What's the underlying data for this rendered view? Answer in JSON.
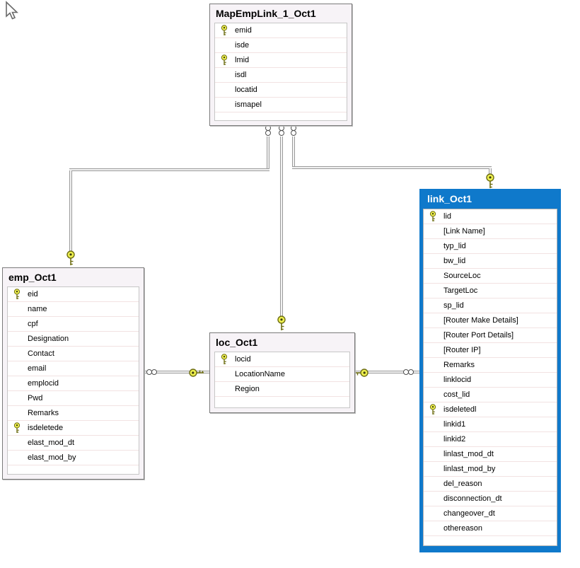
{
  "diagram": {
    "tables": [
      {
        "name": "MapEmpLink_1_Oct1",
        "selected": false,
        "columns": [
          {
            "name": "emid",
            "key": true
          },
          {
            "name": "isde",
            "key": false
          },
          {
            "name": "lmid",
            "key": true
          },
          {
            "name": "isdl",
            "key": false
          },
          {
            "name": "locatid",
            "key": false
          },
          {
            "name": "ismapel",
            "key": false
          }
        ]
      },
      {
        "name": "emp_Oct1",
        "selected": false,
        "columns": [
          {
            "name": "eid",
            "key": true
          },
          {
            "name": "name",
            "key": false
          },
          {
            "name": "cpf",
            "key": false
          },
          {
            "name": "Designation",
            "key": false
          },
          {
            "name": "Contact",
            "key": false
          },
          {
            "name": "email",
            "key": false
          },
          {
            "name": "emplocid",
            "key": false
          },
          {
            "name": "Pwd",
            "key": false
          },
          {
            "name": "Remarks",
            "key": false
          },
          {
            "name": "isdeletede",
            "key": true
          },
          {
            "name": "elast_mod_dt",
            "key": false
          },
          {
            "name": "elast_mod_by",
            "key": false
          }
        ]
      },
      {
        "name": "loc_Oct1",
        "selected": false,
        "columns": [
          {
            "name": "locid",
            "key": true
          },
          {
            "name": "LocationName",
            "key": false
          },
          {
            "name": "Region",
            "key": false
          }
        ]
      },
      {
        "name": "link_Oct1",
        "selected": true,
        "columns": [
          {
            "name": "lid",
            "key": true
          },
          {
            "name": "[Link Name]",
            "key": false
          },
          {
            "name": "typ_lid",
            "key": false
          },
          {
            "name": "bw_lid",
            "key": false
          },
          {
            "name": "SourceLoc",
            "key": false
          },
          {
            "name": "TargetLoc",
            "key": false
          },
          {
            "name": "sp_lid",
            "key": false
          },
          {
            "name": "[Router Make Details]",
            "key": false
          },
          {
            "name": "[Router Port Details]",
            "key": false
          },
          {
            "name": "[Router IP]",
            "key": false
          },
          {
            "name": "Remarks",
            "key": false
          },
          {
            "name": "linklocid",
            "key": false
          },
          {
            "name": "cost_lid",
            "key": false
          },
          {
            "name": "isdeletedl",
            "key": true
          },
          {
            "name": "linkid1",
            "key": false
          },
          {
            "name": "linkid2",
            "key": false
          },
          {
            "name": "linlast_mod_dt",
            "key": false
          },
          {
            "name": "linlast_mod_by",
            "key": false
          },
          {
            "name": "del_reason",
            "key": false
          },
          {
            "name": "disconnection_dt",
            "key": false
          },
          {
            "name": "changeover_dt",
            "key": false
          },
          {
            "name": "othereason",
            "key": false
          }
        ]
      }
    ],
    "relationships": [
      {
        "from": "MapEmpLink_1_Oct1",
        "from_cardinality": "many",
        "to": "emp_Oct1",
        "to_cardinality": "one"
      },
      {
        "from": "MapEmpLink_1_Oct1",
        "from_cardinality": "many",
        "to": "loc_Oct1",
        "to_cardinality": "one"
      },
      {
        "from": "MapEmpLink_1_Oct1",
        "from_cardinality": "many",
        "to": "link_Oct1",
        "to_cardinality": "one"
      },
      {
        "from": "emp_Oct1",
        "from_cardinality": "many",
        "to": "loc_Oct1",
        "to_cardinality": "one"
      },
      {
        "from": "link_Oct1",
        "from_cardinality": "many",
        "to": "loc_Oct1",
        "to_cardinality": "one"
      }
    ],
    "colors": {
      "selection_blue": "#0f79cb",
      "table_background": "#f7f3f7",
      "table_border": "#7a7a7a",
      "grid_border": "#c6c6c6",
      "row_separator": "#f2e2e2",
      "connector_gray": "#9a9a9a",
      "key_yellow": "#eef04e",
      "key_outline": "#6e6e13"
    }
  }
}
